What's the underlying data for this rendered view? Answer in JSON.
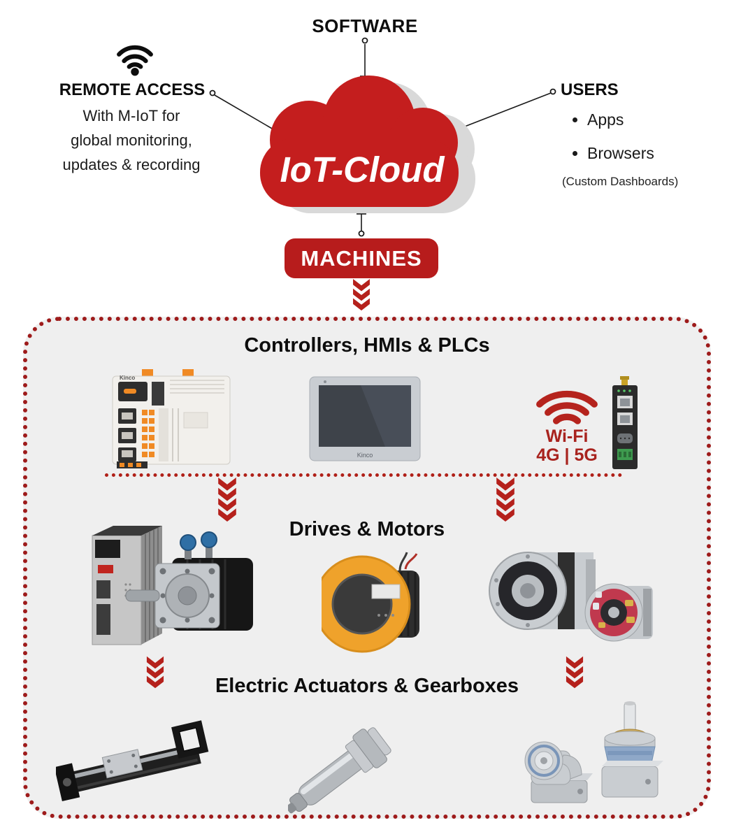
{
  "colors": {
    "cloud_red": "#C41E1E",
    "badge_red": "#B71C1C",
    "chevron_red": "#B5211C",
    "panel_border_red": "#9E1B1B",
    "divider_red": "#B02018",
    "wifi_label_red": "#A8231E",
    "panel_background": "#EFEFEF",
    "text_dark": "#111111"
  },
  "top": {
    "software_label": "SOFTWARE",
    "remote_access": {
      "title": "REMOTE ACCESS",
      "lines": [
        "With M-IoT for",
        "global monitoring,",
        "updates & recording"
      ]
    },
    "cloud_label": "IoT-Cloud",
    "users": {
      "title": "USERS",
      "items": [
        "Apps",
        "Browsers"
      ],
      "note": "(Custom Dashboards)"
    },
    "machines_label": "MACHINES"
  },
  "panel": {
    "section_controllers": "Controllers, HMIs & PLCs",
    "section_drives": "Drives & Motors",
    "section_actuators": "Electric Actuators & Gearboxes",
    "wifi_label": "Wi-Fi",
    "network_label": "4G | 5G",
    "devices": {
      "plc_brand": "Kinco",
      "hmi_brand": "Kinco"
    }
  }
}
